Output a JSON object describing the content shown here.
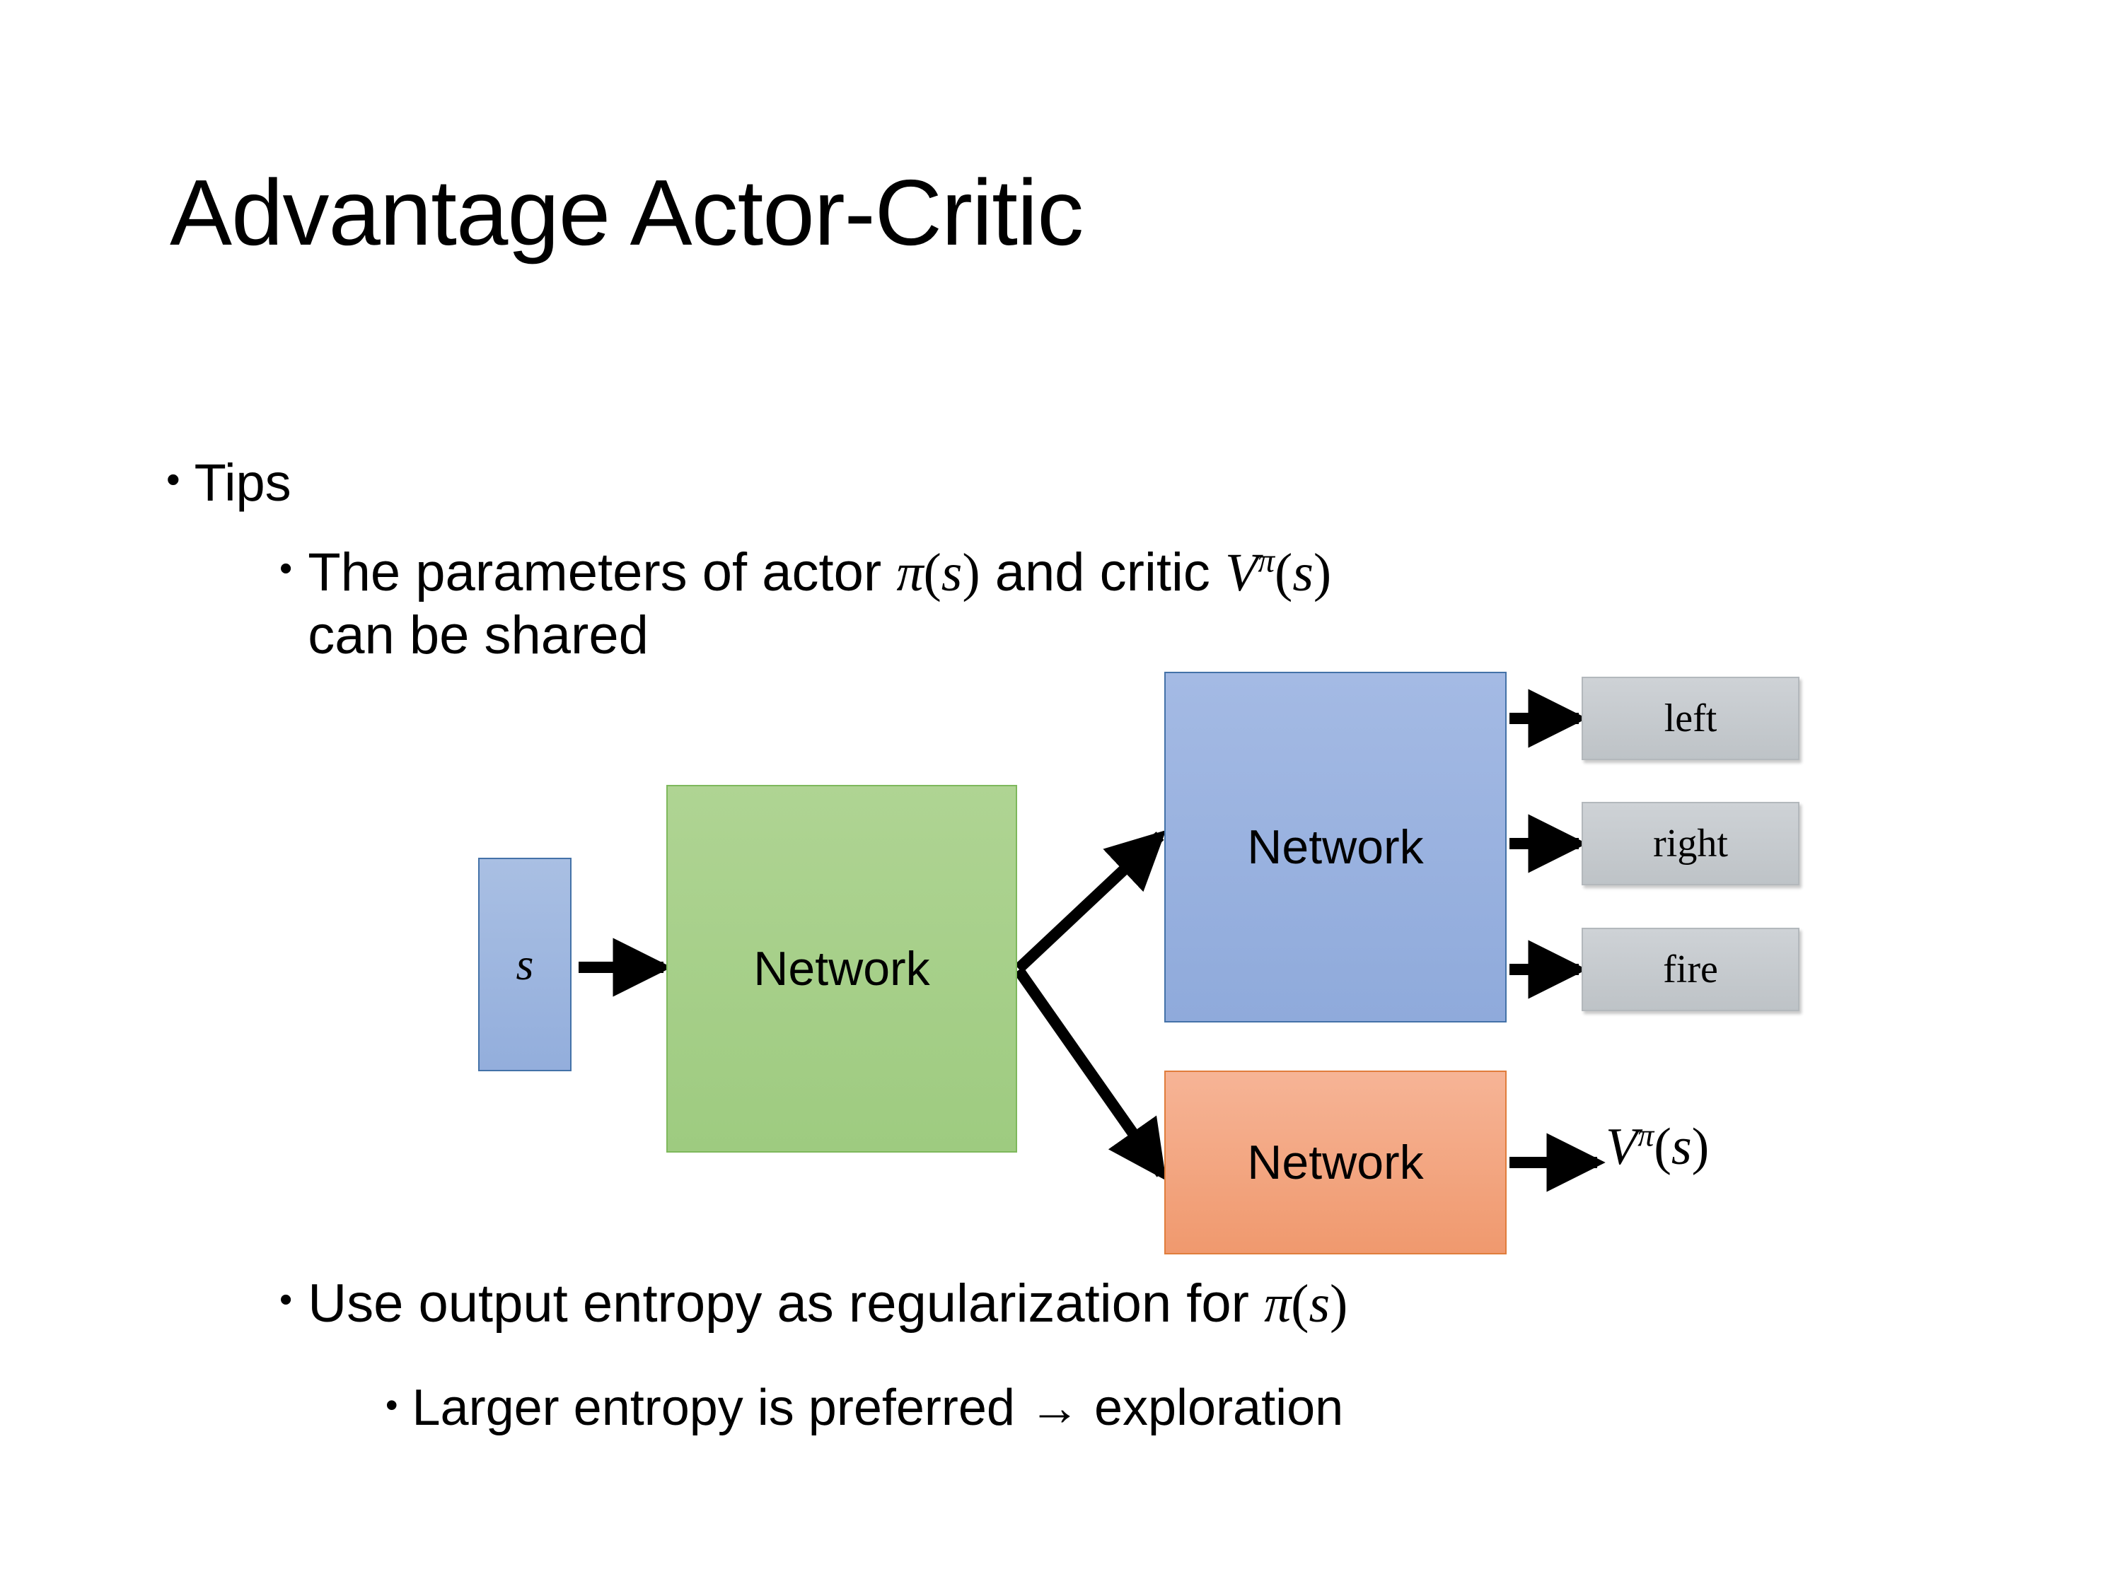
{
  "slide": {
    "title": "Advantage Actor-Critic",
    "bullets": {
      "tips": "Tips",
      "shared_params_pre": "The parameters of actor ",
      "shared_params_mid": "  and critic ",
      "shared_params_post": "can be shared",
      "entropy_pre": "Use output entropy as regularization for ",
      "larger_entropy": "Larger entropy is preferred → exploration"
    },
    "math": {
      "pi_s": "π(s)",
      "pi_symbol": "π",
      "v_symbol": "V",
      "s_symbol": "s",
      "open_paren": "(",
      "close_paren": ")",
      "v_pi_s": "Vπ(s)"
    }
  },
  "diagram": {
    "input_node": {
      "label": "s",
      "name": "state-input"
    },
    "shared_network": {
      "label": "Network",
      "name": "shared-network"
    },
    "actor_network": {
      "label": "Network",
      "name": "actor-network"
    },
    "critic_network": {
      "label": "Network",
      "name": "critic-network"
    },
    "actor_outputs": [
      {
        "label": "left"
      },
      {
        "label": "right"
      },
      {
        "label": "fire"
      }
    ],
    "critic_output": {
      "label": "Vπ(s)"
    },
    "colors": {
      "input_fill": "#93AEDC",
      "input_border": "#4472A8",
      "shared_fill": "#9ECB80",
      "shared_border": "#7EB85C",
      "actor_fill": "#8FAADB",
      "actor_border": "#4472A8",
      "critic_fill": "#F0996E",
      "critic_border": "#E07D3C",
      "output_fill": "#BEC3C7",
      "output_border": "#B3B8BC",
      "arrow": "#000000",
      "background": "#FFFFFF",
      "text": "#000000"
    }
  }
}
